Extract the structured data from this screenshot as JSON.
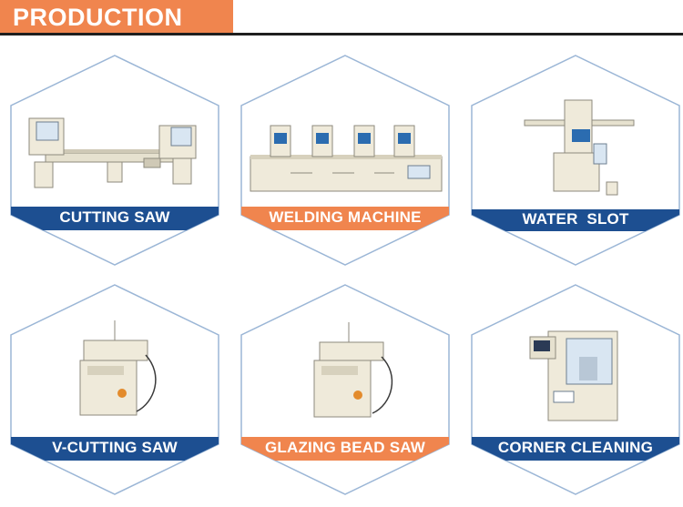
{
  "header": {
    "title": "PRODUCTION LINE"
  },
  "colors": {
    "accent": "#f0854e",
    "blue": "#1d4f91",
    "rule": "#1f1f1f",
    "outline": "#9bb6d6"
  },
  "products": [
    {
      "label": "CUTTING SAW",
      "style": "blue",
      "icon": "double-head-cutting-saw"
    },
    {
      "label": "WELDING MACHINE",
      "style": "orange",
      "icon": "four-head-welding-machine"
    },
    {
      "label": "WATER  SLOT",
      "style": "blue",
      "icon": "water-slot-router"
    },
    {
      "label": "V-CUTTING SAW",
      "style": "blue",
      "icon": "v-cutting-saw"
    },
    {
      "label": "GLAZING BEAD SAW",
      "style": "orange",
      "icon": "glazing-bead-saw"
    },
    {
      "label": "CORNER CLEANING",
      "style": "blue",
      "icon": "corner-cleaning-machine"
    }
  ]
}
